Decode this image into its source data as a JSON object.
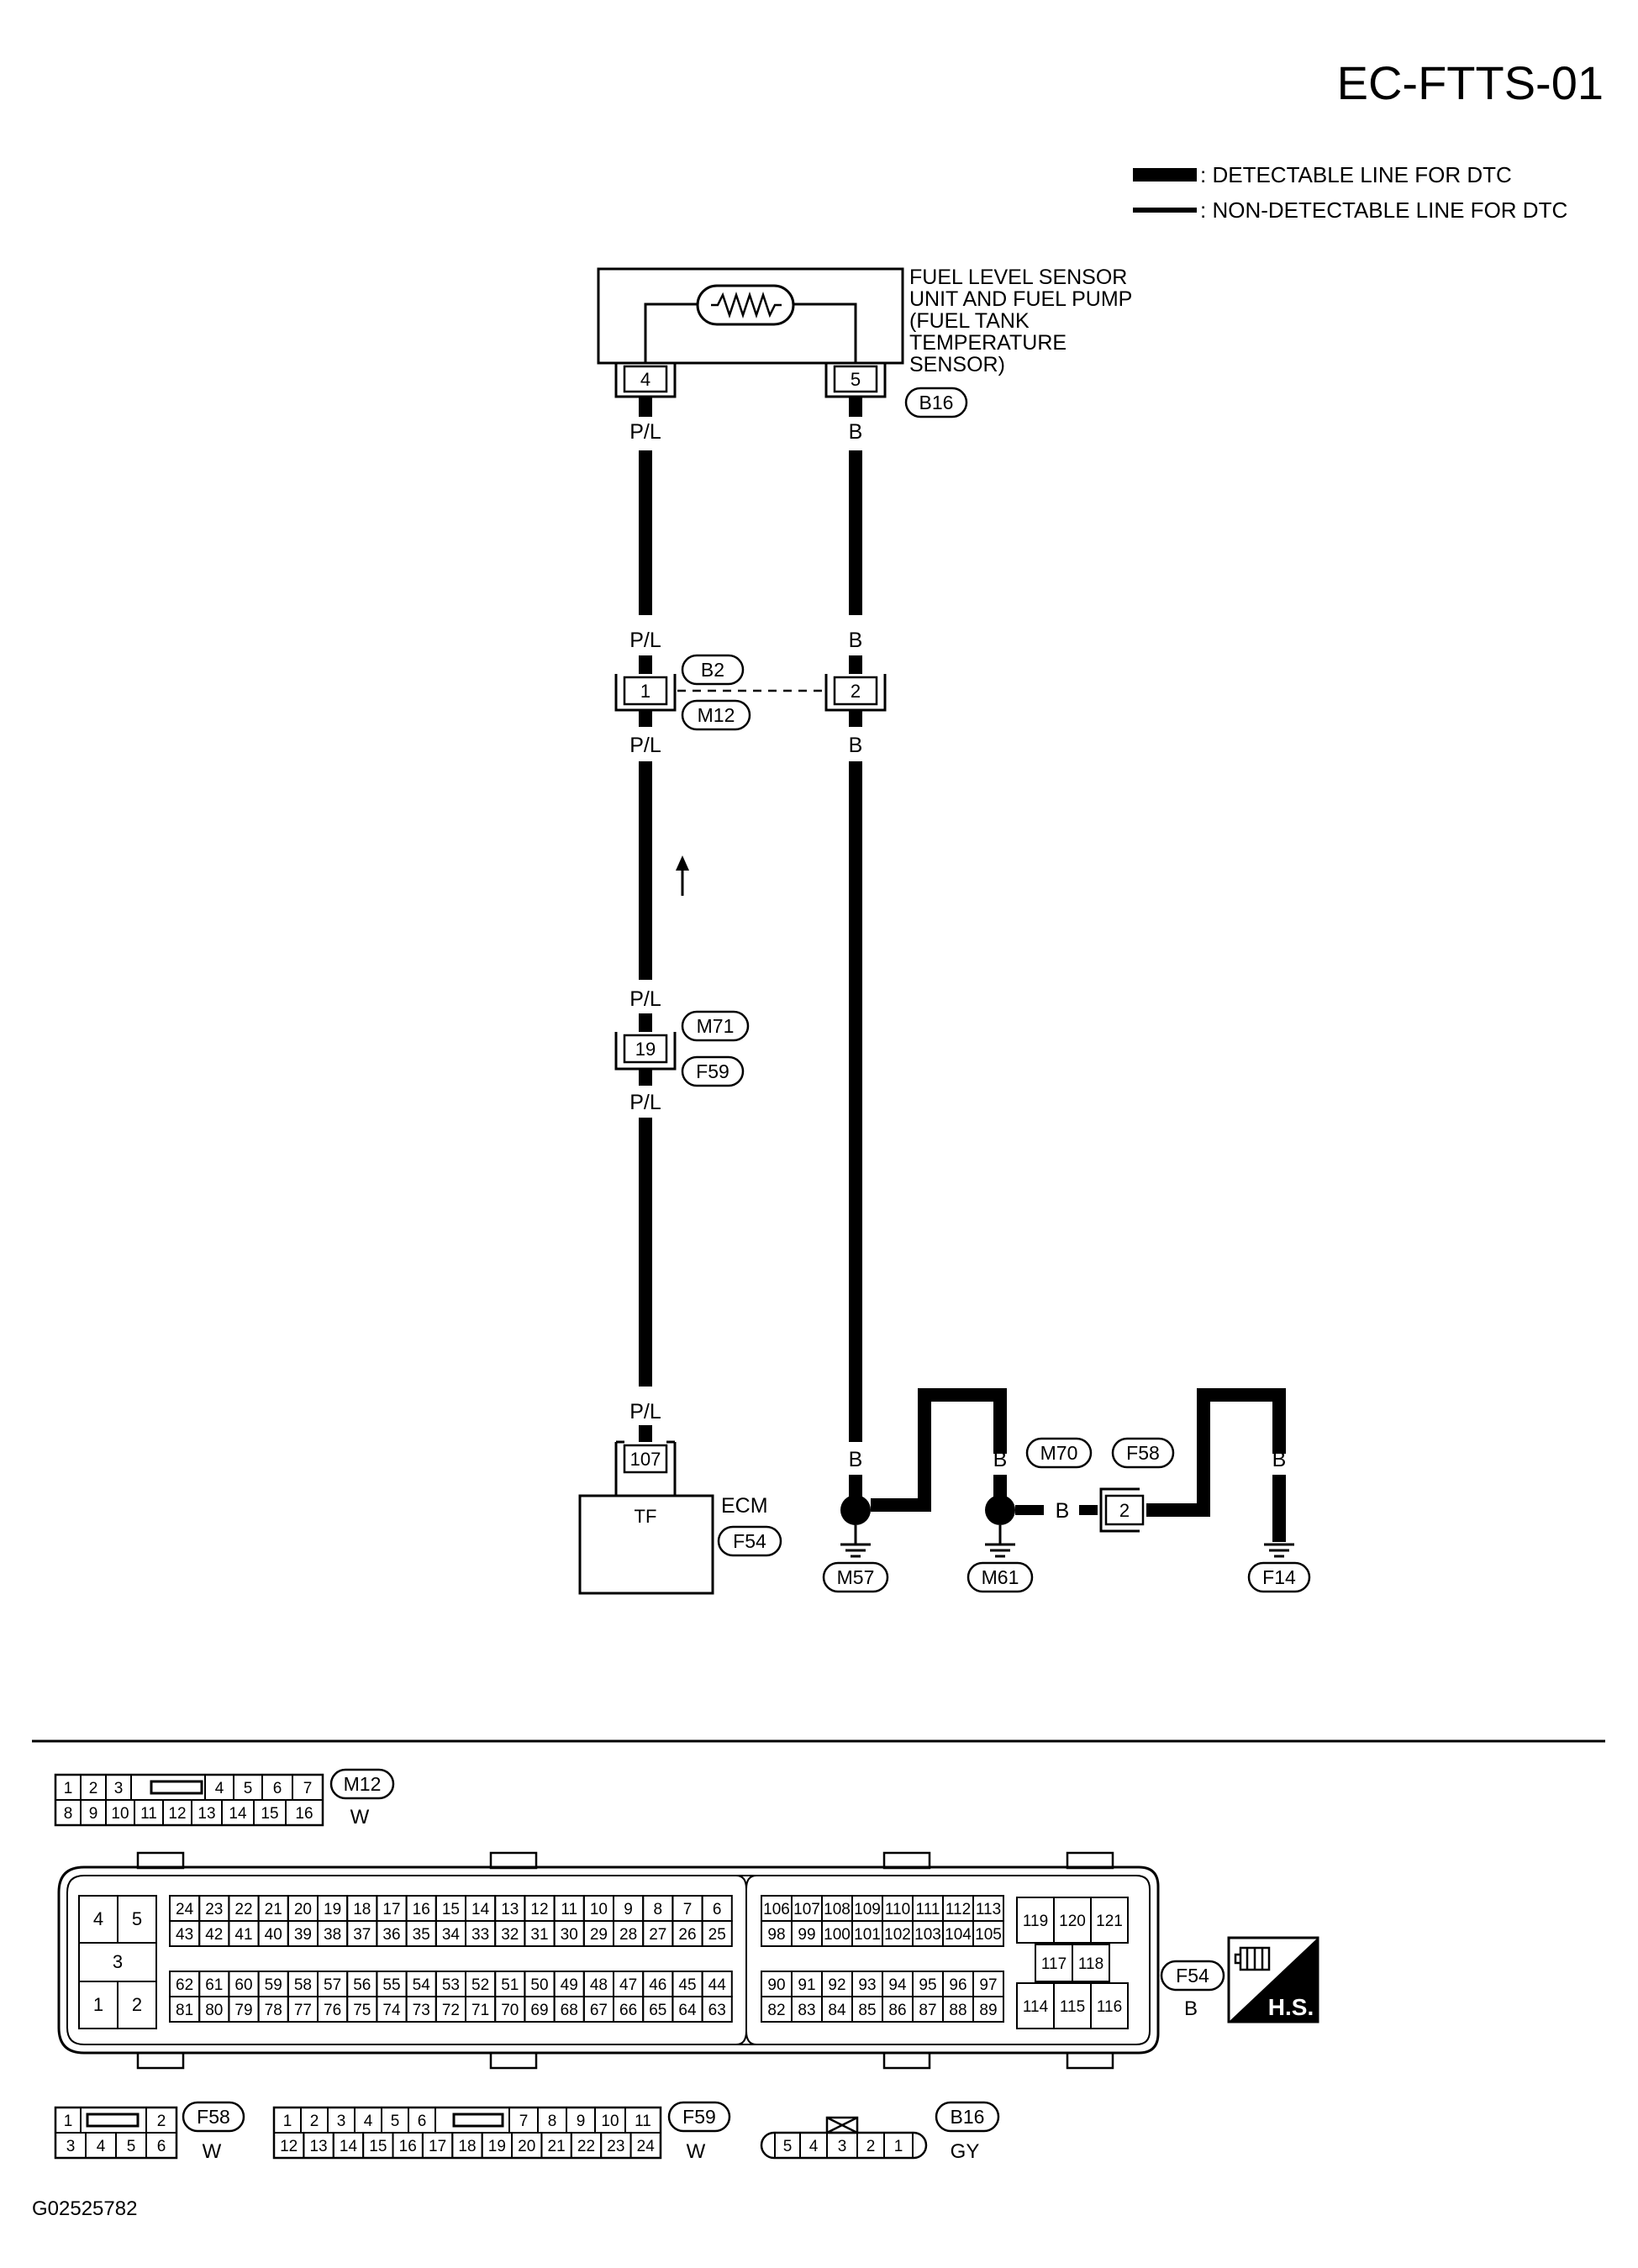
{
  "title": "EC-FTTS-01",
  "legend": {
    "detectable": ": DETECTABLE LINE FOR DTC",
    "non_detectable": ": NON-DETECTABLE LINE FOR DTC"
  },
  "sensor": {
    "label_lines": [
      "FUEL LEVEL SENSOR",
      "UNIT AND  FUEL PUMP",
      "(FUEL TANK",
      "TEMPERATURE",
      "SENSOR)"
    ],
    "pin_left": "4",
    "pin_right": "5",
    "connector": "B16"
  },
  "wires": {
    "pl": "P/L",
    "b": "B"
  },
  "joint_b2": {
    "connector_top": "B2",
    "connector_bottom": "M12",
    "pin_left": "1",
    "pin_right": "2"
  },
  "joint_m71": {
    "connector_top": "M71",
    "connector_bottom": "F59",
    "pin": "19"
  },
  "ecm": {
    "label": "ECM",
    "connector": "F54",
    "pin": "107",
    "terminal": "TF"
  },
  "grounds": {
    "g1": "M57",
    "g2": "M61",
    "g3": "F14"
  },
  "joint_m70": {
    "connector_left": "M70",
    "connector_right": "F58",
    "pin": "2"
  },
  "connector_views": {
    "m12": {
      "name": "M12",
      "color": "W",
      "top_row": [
        "1",
        "2",
        "3",
        "4",
        "5",
        "6",
        "7"
      ],
      "bottom_row": [
        "8",
        "9",
        "10",
        "11",
        "12",
        "13",
        "14",
        "15",
        "16"
      ]
    },
    "f54": {
      "name": "F54",
      "color": "B",
      "left_block": [
        "4",
        "5",
        "3",
        "1",
        "2"
      ],
      "row1": [
        "24",
        "23",
        "22",
        "21",
        "20",
        "19",
        "18",
        "17",
        "16",
        "15",
        "14",
        "13",
        "12",
        "11",
        "10",
        "9",
        "8",
        "7",
        "6"
      ],
      "row2": [
        "43",
        "42",
        "41",
        "40",
        "39",
        "38",
        "37",
        "36",
        "35",
        "34",
        "33",
        "32",
        "31",
        "30",
        "29",
        "28",
        "27",
        "26",
        "25"
      ],
      "row3": [
        "62",
        "61",
        "60",
        "59",
        "58",
        "57",
        "56",
        "55",
        "54",
        "53",
        "52",
        "51",
        "50",
        "49",
        "48",
        "47",
        "46",
        "45",
        "44"
      ],
      "row4": [
        "81",
        "80",
        "79",
        "78",
        "77",
        "76",
        "75",
        "74",
        "73",
        "72",
        "71",
        "70",
        "69",
        "68",
        "67",
        "66",
        "65",
        "64",
        "63"
      ],
      "row5": [
        "106",
        "107",
        "108",
        "109",
        "110",
        "111",
        "112",
        "113"
      ],
      "row6": [
        "98",
        "99",
        "100",
        "101",
        "102",
        "103",
        "104",
        "105"
      ],
      "row7": [
        "90",
        "91",
        "92",
        "93",
        "94",
        "95",
        "96",
        "97"
      ],
      "row8": [
        "82",
        "83",
        "84",
        "85",
        "86",
        "87",
        "88",
        "89"
      ],
      "right_top": [
        "119",
        "120",
        "121"
      ],
      "right_mid": [
        "117",
        "118"
      ],
      "right_bot": [
        "114",
        "115",
        "116"
      ],
      "badge": "H.S."
    },
    "f58": {
      "name": "F58",
      "color": "W",
      "top_row": [
        "1",
        "2"
      ],
      "bottom_row": [
        "3",
        "4",
        "5",
        "6"
      ]
    },
    "f59": {
      "name": "F59",
      "color": "W",
      "top_row": [
        "1",
        "2",
        "3",
        "4",
        "5",
        "6",
        "7",
        "8",
        "9",
        "10",
        "11"
      ],
      "bottom_row": [
        "12",
        "13",
        "14",
        "15",
        "16",
        "17",
        "18",
        "19",
        "20",
        "21",
        "22",
        "23",
        "24"
      ]
    },
    "b16": {
      "name": "B16",
      "color": "GY",
      "row": [
        "5",
        "4",
        "3",
        "2",
        "1"
      ]
    }
  },
  "figure_code": "G02525782"
}
